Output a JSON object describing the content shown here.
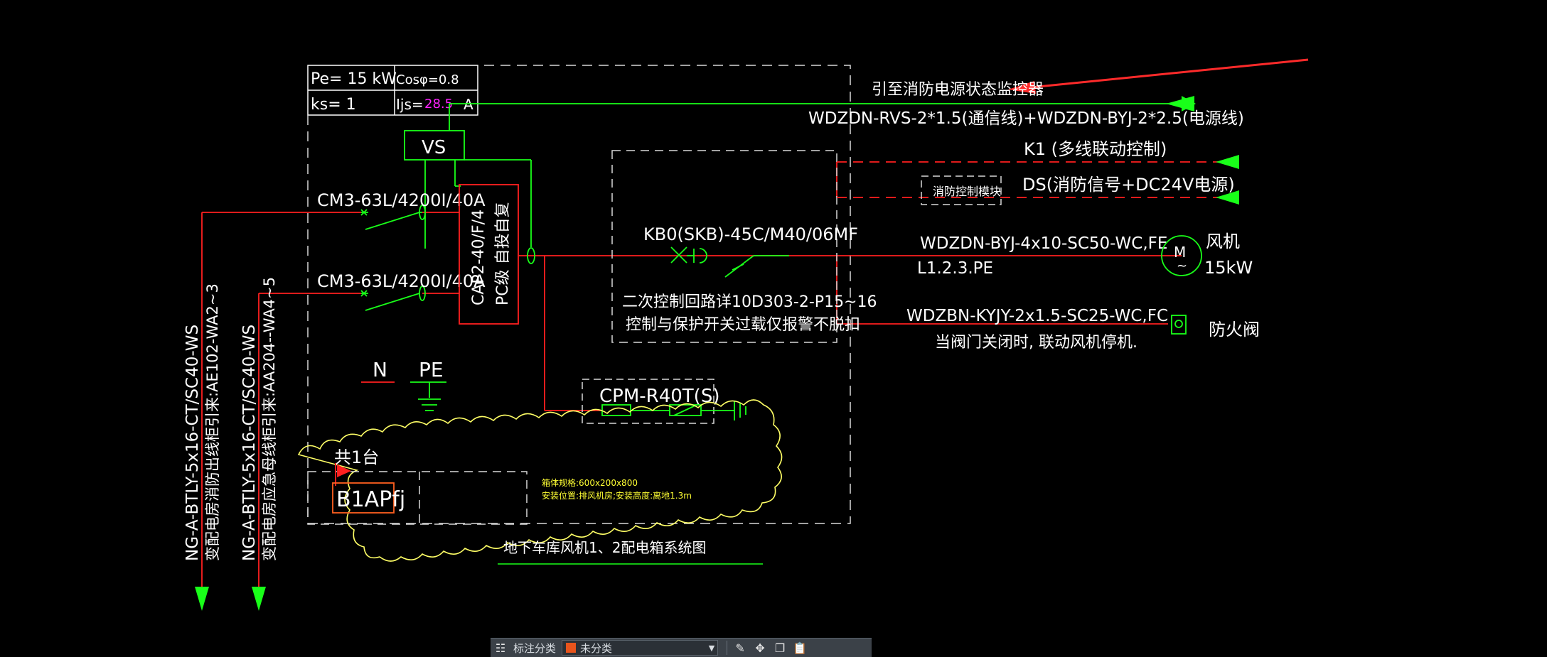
{
  "drawing": {
    "load_box": {
      "pe": "Pe= 15  kW",
      "cos": "Cosφ=0.8",
      "ks": "ks=  1",
      "ijs_label": "Ijs=",
      "ijs_value": "28.5",
      "ijs_unit": "A"
    },
    "vs": "VS",
    "breaker_1": "CM3-63L/4200I/40A",
    "breaker_2": "CM3-63L/4200I/40A",
    "ats_1": "CAP2-40/F/4",
    "ats_2": "PC级  自投自复",
    "neutral": "N",
    "earth": "PE",
    "monitor_title": "引至消防电源状态监控器",
    "monitor_cable": "WDZDN-RVS-2*1.5(通信线)+WDZDN-BYJ-2*2.5(电源线)",
    "k1_line": "K1 (多线联动控制)",
    "ds_line": "DS(消防信号+DC24V电源)",
    "module_label": "消防控制模块",
    "kbo": "KB0(SKB)-45C/M40/06MF",
    "secondary_1": "二次控制回路详10D303-2-P15~16",
    "secondary_2": "控制与保护开关过载仅报警不脱扣",
    "fan_cable": "WDZDN-BYJ-4x10-SC50-WC,FE",
    "fan_phase": "L1.2.3.PE",
    "fan_name": "风机",
    "fan_power": "15kW",
    "motor_letter": "M",
    "motor_tilde": "~",
    "damper_cable": "WDZBN-KYJY-2x1.5-SC25-WC,FC",
    "damper_note": "当阀门关闭时, 联动风机停机.",
    "damper_name": "防火阀",
    "spd": "CPM-R40T(S)",
    "count_mark": "共1台",
    "box_id": "B1APfj",
    "box_spec_1": "箱体规格:600x200x800",
    "box_spec_2": "安装位置:排风机房;安装高度:离地1.3m",
    "drawing_title": "地下车库风机1、2配电箱系统图",
    "feeder_1_cable": "NG-A-BTLY-5x16-CT/SC40-WS",
    "feeder_1_source": "变配电房消防出线柜引来:AE102-WA2~3",
    "feeder_2_cable": "NG-A-BTLY-5x16-CT/SC40-WS",
    "feeder_2_source": "变配电房应急母线柜引来:AA204--WA4~5"
  },
  "toolbar": {
    "layout_icon": "layout-icon",
    "label_category": "标注分类",
    "select_value": "未分类",
    "select_swatch_color": "#e8541c",
    "tools": [
      "edit-icon",
      "move-icon",
      "copy-icon",
      "paste-icon"
    ]
  },
  "colors": {
    "background": "#000000",
    "wire_red": "#ff1f1f",
    "wire_green": "#19ff19",
    "text_white": "#ffffff",
    "dashed_gray": "#d8d8d8",
    "magenta": "#ff22ff",
    "yellow": "#ffff33",
    "cloud_yellow": "#ffff66",
    "orange": "#ff6020"
  }
}
